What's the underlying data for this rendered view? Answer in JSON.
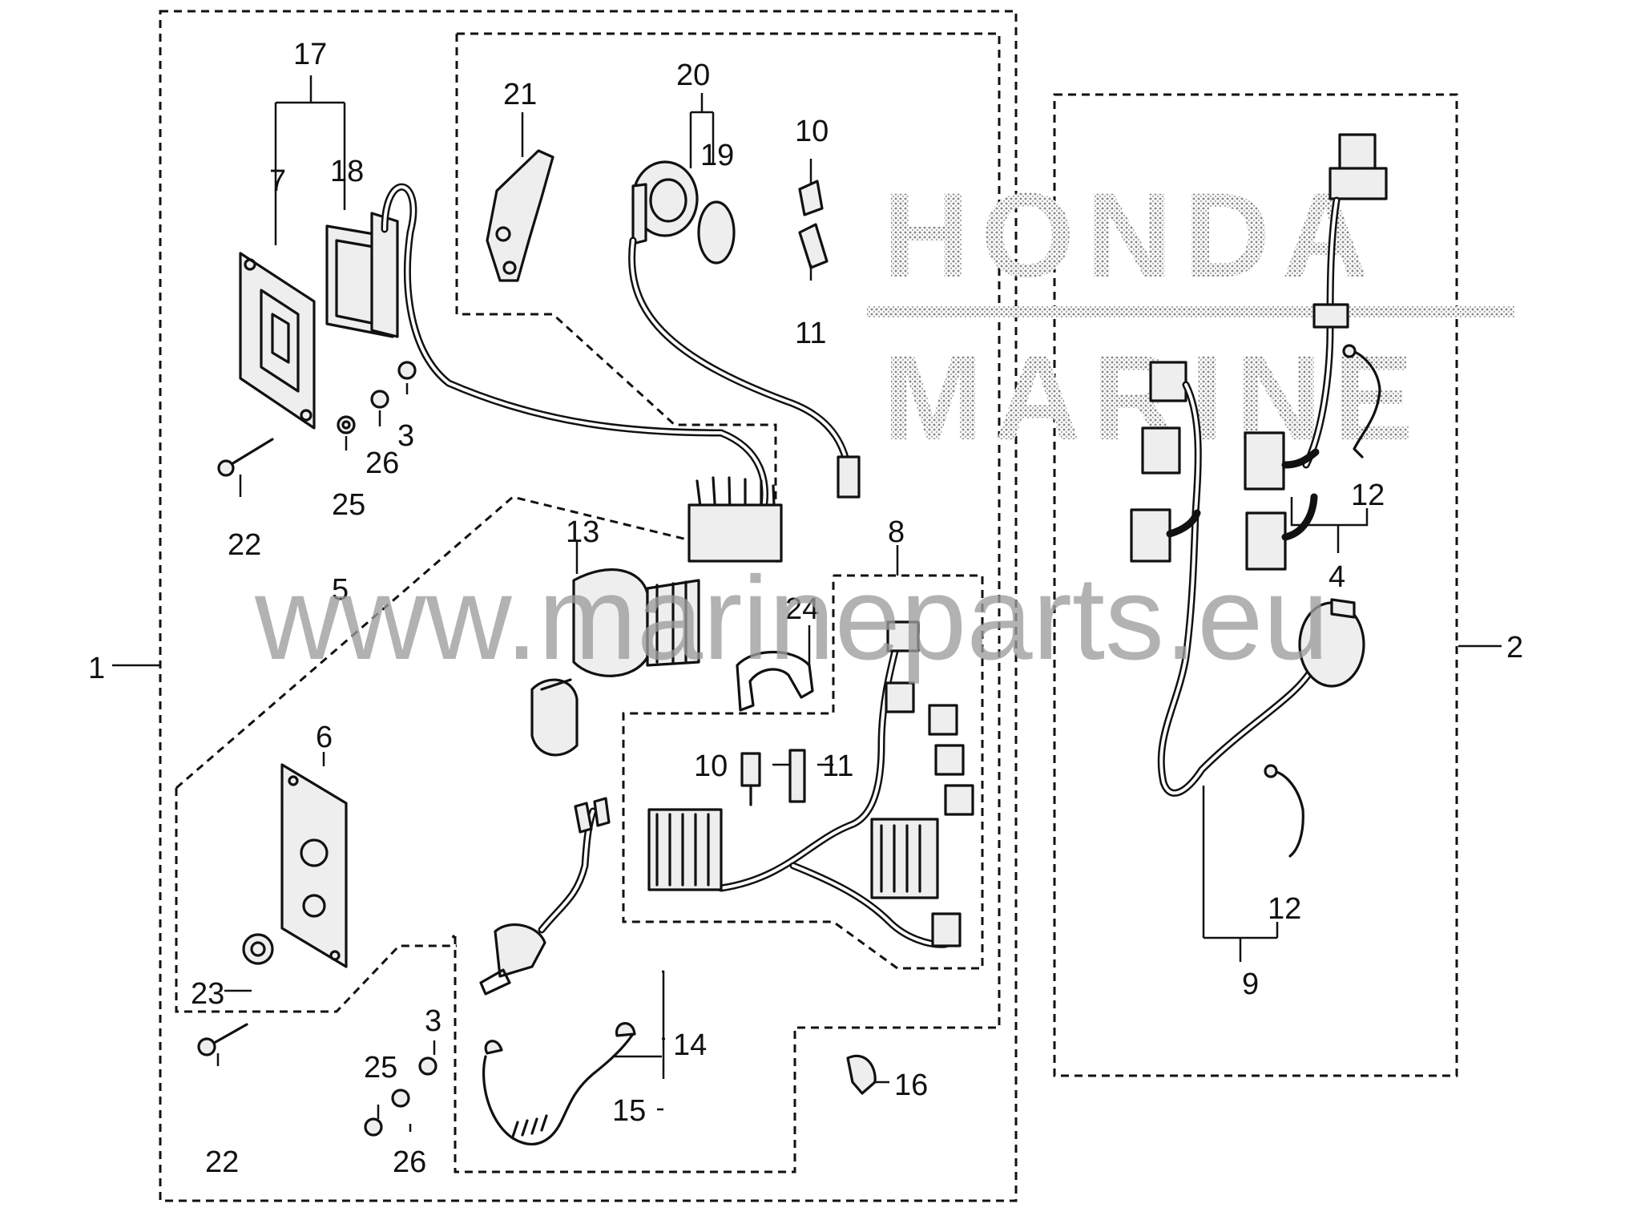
{
  "diagram": {
    "callouts": [
      "1",
      "2",
      "3",
      "3",
      "4",
      "5",
      "6",
      "7",
      "8",
      "9",
      "10",
      "10",
      "11",
      "11",
      "12",
      "12",
      "13",
      "14",
      "15",
      "16",
      "17",
      "18",
      "19",
      "20",
      "21",
      "22",
      "22",
      "23",
      "24",
      "25",
      "25",
      "26",
      "26"
    ]
  },
  "watermark": {
    "brand_line1": "HONDA",
    "brand_line2": "MARINE",
    "url": "www.marineparts.eu"
  }
}
